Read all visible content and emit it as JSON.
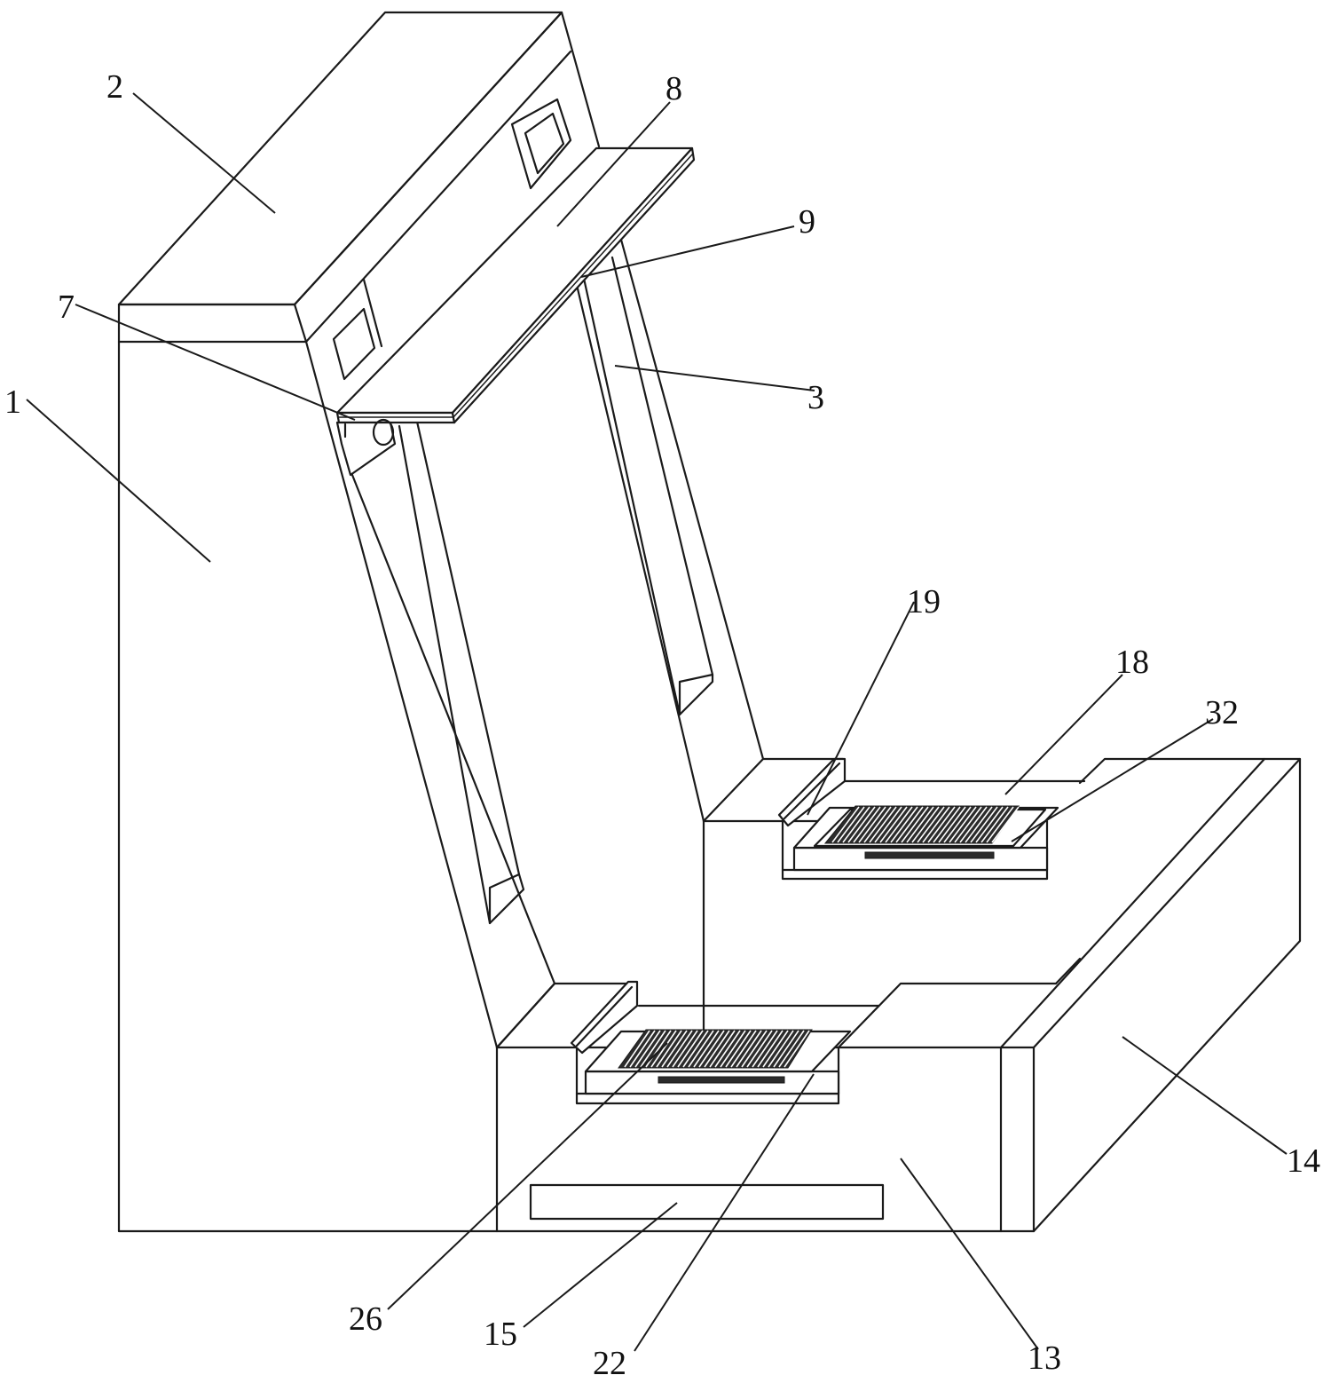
{
  "figure": {
    "labels": {
      "l1": "1",
      "l2": "2",
      "l3": "3",
      "l7": "7",
      "l8": "8",
      "l9": "9",
      "l13": "13",
      "l14": "14",
      "l15": "15",
      "l18": "18",
      "l19": "19",
      "l22": "22",
      "l26": "26",
      "l32": "32"
    },
    "colors": {
      "line": "#1a1a1a",
      "background": "#ffffff",
      "fins": "#2b2b2b"
    }
  }
}
